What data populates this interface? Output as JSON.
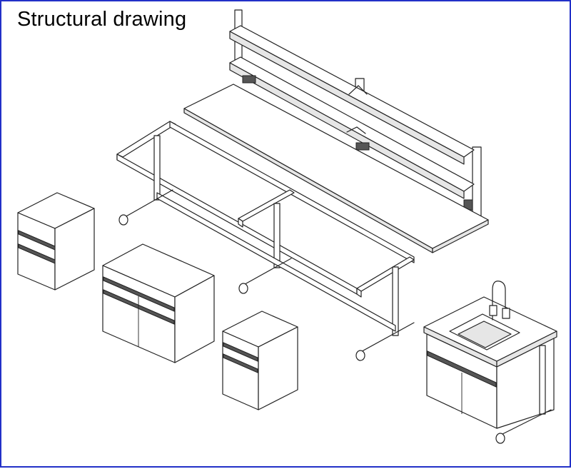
{
  "title": "Structural drawing",
  "colors": {
    "frame_border": "#2230c8",
    "line": "#222222",
    "background": "#ffffff"
  },
  "components": [
    "reagent-shelf-unit",
    "bench-worktop",
    "bench-frame",
    "drawer-cabinet-tall",
    "double-door-cabinet",
    "drawer-cabinet-small",
    "sink-cabinet"
  ]
}
